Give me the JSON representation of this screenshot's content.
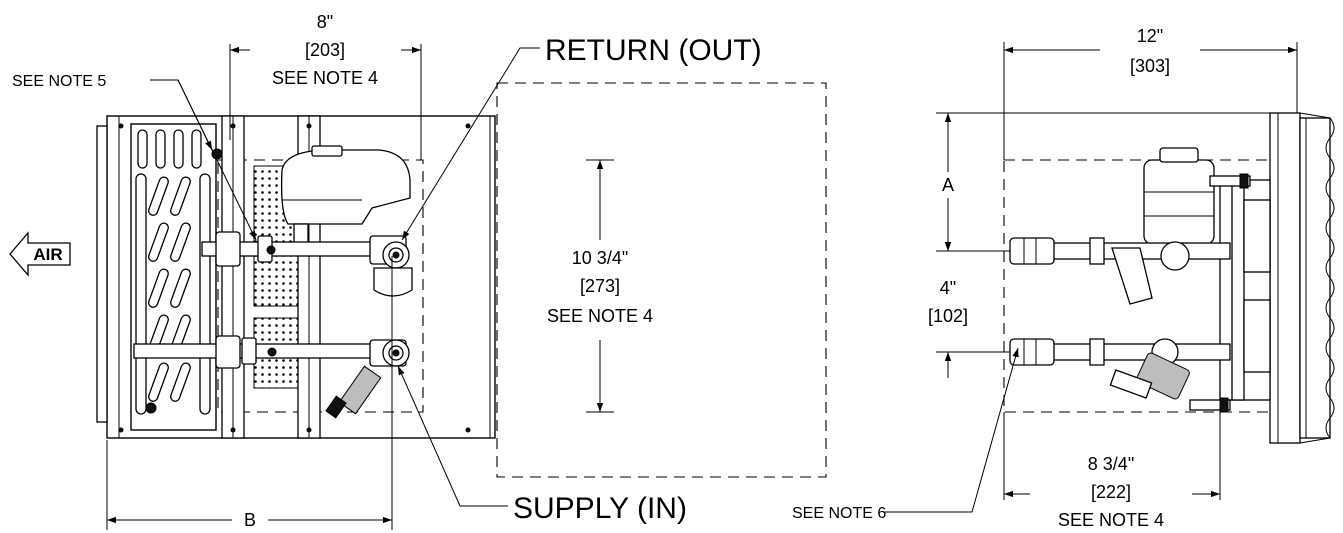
{
  "labels": {
    "return_out": "RETURN (OUT)",
    "supply_in": "SUPPLY (IN)",
    "air": "AIR",
    "see_note_5": "SEE NOTE 5",
    "see_note_6": "SEE NOTE 6"
  },
  "dimensions": {
    "width_8": {
      "value": "8\"",
      "metric": "[203]",
      "note": "SEE NOTE 4"
    },
    "height_10_3_4": {
      "value": "10 3/4\"",
      "metric": "[273]",
      "note": "SEE NOTE 4"
    },
    "width_12": {
      "value": "12\"",
      "metric": "[303]"
    },
    "spacing_4": {
      "value": "4\"",
      "metric": "[102]"
    },
    "width_8_3_4": {
      "value": "8 3/4\"",
      "metric": "[222]",
      "note": "SEE NOTE 4"
    },
    "dim_a": "A",
    "dim_b": "B"
  }
}
